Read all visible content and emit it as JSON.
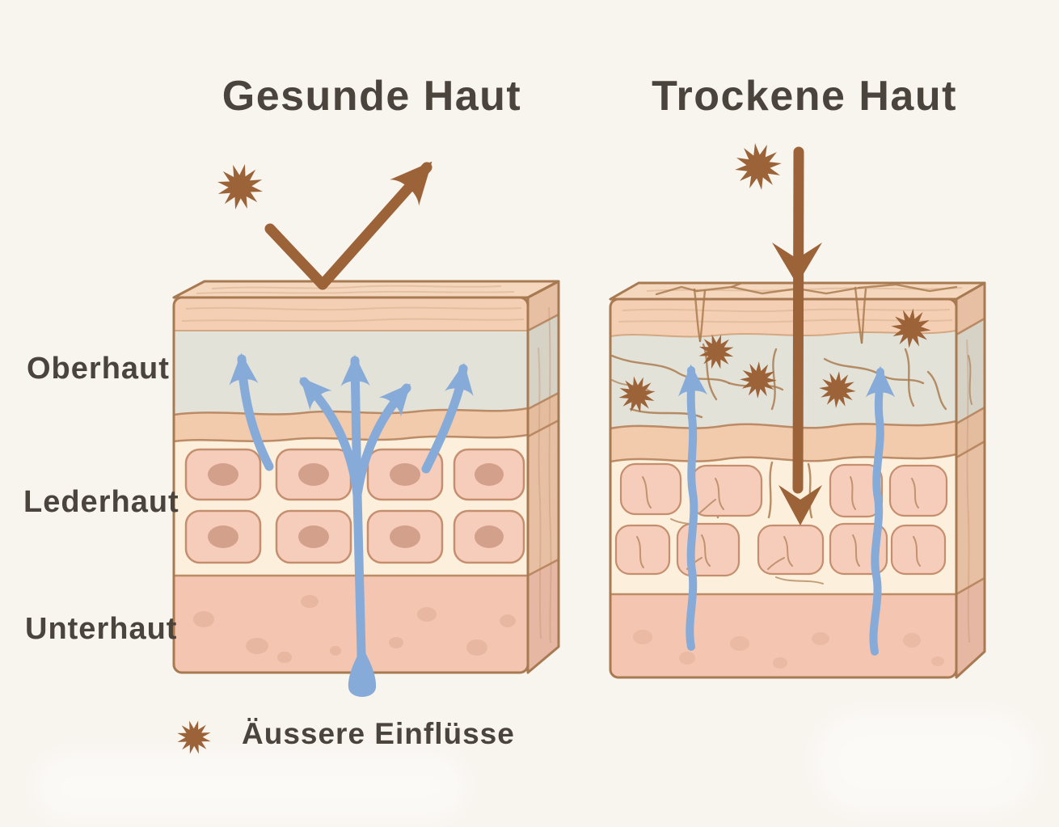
{
  "figure": {
    "kind": "skin-cross-section-comparison",
    "language": "de",
    "panels": [
      {
        "id": "healthy",
        "title": "Gesunde Haut"
      },
      {
        "id": "dry",
        "title": "Trockene Haut"
      }
    ],
    "layer_labels": [
      {
        "id": "epidermis",
        "label": "Oberhaut"
      },
      {
        "id": "dermis",
        "label": "Lederhaut"
      },
      {
        "id": "subcutis",
        "label": "Unterhaut"
      }
    ],
    "legend": {
      "symbol": "starburst-icon",
      "label": "Äussere Einflüsse"
    }
  },
  "colors": {
    "background": "#f8f4ee",
    "text": "#4a443d",
    "influence_brown": "#9c6238",
    "outline_brown": "#a87a52",
    "crack_brown": "#aa7c50",
    "top_face_peach": "#f5d7bd",
    "surface_peach": "#f5cfb3",
    "epidermis_gray": "#e3e2d9",
    "transition_peach": "#f2cbad",
    "dermis_cream": "#fcefdb",
    "cell_pink": "#f6ccba",
    "cell_outline": "#c58f6f",
    "nucleus_pink": "#d2a08b",
    "subcutis_pink": "#f4c5b0",
    "spot_pink": "#dcab96",
    "moisture_blue": "#87abd8"
  }
}
